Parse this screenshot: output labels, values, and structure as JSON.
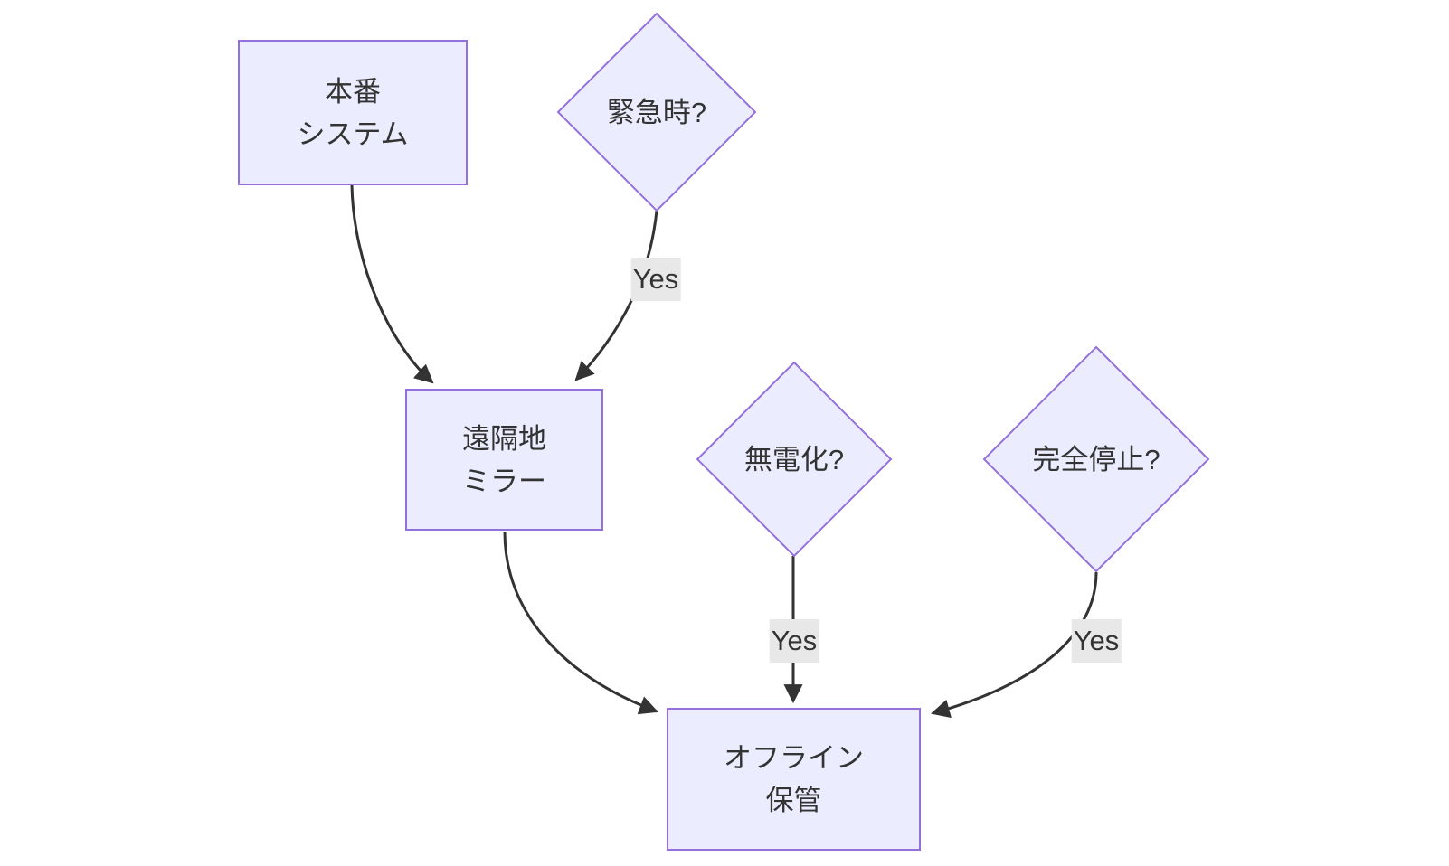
{
  "diagram": {
    "type": "flowchart",
    "direction": "top-down",
    "colors": {
      "node_fill": "#ECECFF",
      "node_border": "#9370DB",
      "edge": "#333333",
      "text": "#333333",
      "edge_label_bg": "#e8e8e8",
      "background": "#ffffff"
    },
    "nodes": [
      {
        "id": "production-system",
        "type": "rect",
        "lines": [
          "本番",
          "システム"
        ]
      },
      {
        "id": "emergency",
        "type": "diamond",
        "lines": [
          "緊急時?"
        ]
      },
      {
        "id": "remote-mirror",
        "type": "rect",
        "lines": [
          "遠隔地",
          "ミラー"
        ]
      },
      {
        "id": "no-power",
        "type": "diamond",
        "lines": [
          "無電化?"
        ]
      },
      {
        "id": "full-stop",
        "type": "diamond",
        "lines": [
          "完全停止?"
        ]
      },
      {
        "id": "offline-storage",
        "type": "rect",
        "lines": [
          "オフライン",
          "保管"
        ]
      }
    ],
    "edges": [
      {
        "from": "production-system",
        "to": "remote-mirror",
        "label": ""
      },
      {
        "from": "emergency",
        "to": "remote-mirror",
        "label": "Yes"
      },
      {
        "from": "remote-mirror",
        "to": "offline-storage",
        "label": ""
      },
      {
        "from": "no-power",
        "to": "offline-storage",
        "label": "Yes"
      },
      {
        "from": "full-stop",
        "to": "offline-storage",
        "label": "Yes"
      }
    ]
  }
}
